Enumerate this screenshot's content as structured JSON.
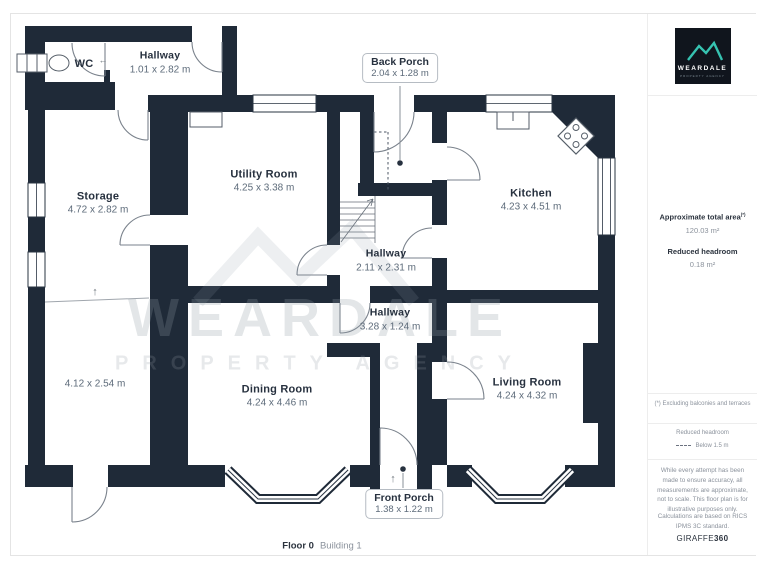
{
  "plan": {
    "rooms": {
      "wc": {
        "name": "WC"
      },
      "hallway_top": {
        "name": "Hallway",
        "dims": "1.01 x 2.82 m"
      },
      "back_porch": {
        "name": "Back Porch",
        "dims": "2.04 x 1.28 m"
      },
      "utility_room": {
        "name": "Utility Room",
        "dims": "4.25 x 3.38 m"
      },
      "kitchen": {
        "name": "Kitchen",
        "dims": "4.23 x 4.51 m"
      },
      "storage": {
        "name": "Storage",
        "dims": "4.72 x 2.82 m",
        "dims_lower": "4.12 x 2.54 m"
      },
      "hallway_mid": {
        "name": "Hallway",
        "dims": "2.11 x 2.31 m"
      },
      "hallway_lower": {
        "name": "Hallway",
        "dims": "3.28 x 1.24 m"
      },
      "dining_room": {
        "name": "Dining Room",
        "dims": "4.24 x 4.46 m"
      },
      "living_room": {
        "name": "Living Room",
        "dims": "4.24 x 4.32 m"
      },
      "front_porch": {
        "name": "Front Porch",
        "dims": "1.38 x 1.22 m"
      }
    },
    "floor_label": {
      "floor": "Floor 0",
      "building": "Building 1"
    },
    "watermark": {
      "line1": "WEARDALE",
      "line2": "PROPERTY AGENCY"
    }
  },
  "sidebar": {
    "logo": {
      "name": "WEARDALE",
      "tagline": "PROPERTY AGENCY"
    },
    "area_title": "Approximate total area",
    "area_superscript": "(*)",
    "area_value": "120.03 m²",
    "headroom_title": "Reduced headroom",
    "headroom_value": "0.18 m²",
    "note_excluding": "(*) Excluding balconies and terraces",
    "legend_title": "Reduced headroom",
    "legend_value": "Below 1.5 m",
    "disclaimer": "While every attempt has been made to ensure accuracy, all measurements are approximate, not to scale. This floor plan is for illustrative purposes only.",
    "standard": "Calculations are based on RICS IPMS 3C standard.",
    "brand": "GIRAFFE",
    "brand_bold": "360"
  },
  "colors": {
    "wall": "#1f2a38",
    "accent_teal": "#36c3b1",
    "dim_text": "#5d6b7a"
  }
}
